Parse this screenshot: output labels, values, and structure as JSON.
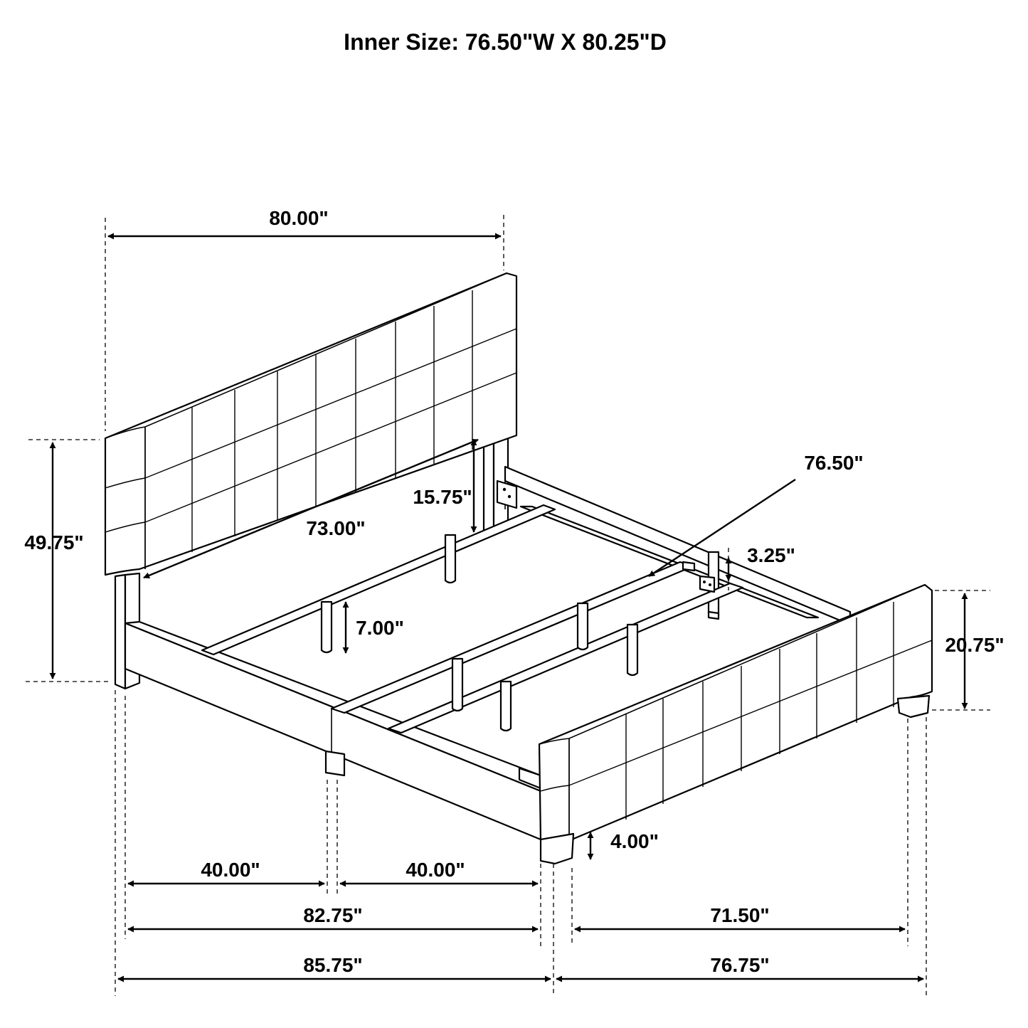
{
  "title": "Inner Size: 76.50\"W X 80.25\"D",
  "dimensions": {
    "headboard_width": "80.00\"",
    "headboard_height": "49.75\"",
    "headboard_panel_gap": "15.75\"",
    "inner_length": "73.00\"",
    "inner_width": "76.50\"",
    "rail_height": "3.25\"",
    "leg_height_center": "7.00\"",
    "footboard_height": "20.75\"",
    "leg_height_front": "4.00\"",
    "half_length_left": "40.00\"",
    "half_length_right": "40.00\"",
    "side_rail_length": "82.75\"",
    "overall_length": "85.75\"",
    "footboard_inner_width": "71.50\"",
    "overall_width": "76.75\""
  },
  "colors": {
    "line": "#000000",
    "background": "#ffffff"
  }
}
